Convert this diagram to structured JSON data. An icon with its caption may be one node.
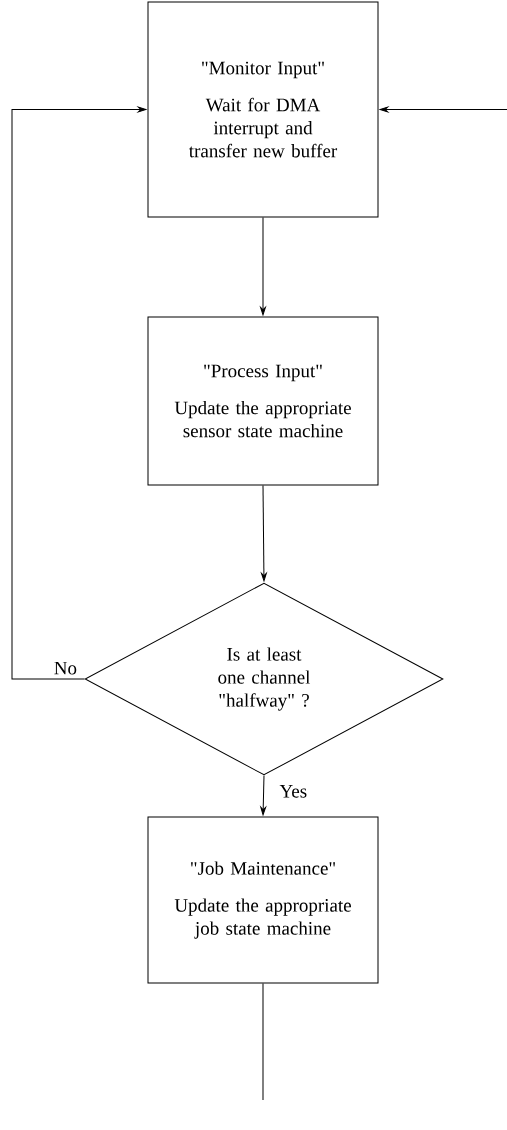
{
  "diagram": {
    "nodes": [
      {
        "text": [
          "\"Monitor Input\"",
          "Wait for DMA interrupt and transfer new buffer"
        ]
      },
      {
        "text": [
          "\"Process Input\"",
          "Update the appropriate sensor state machine"
        ]
      },
      {
        "text": [
          "Is at least one channel \"halfway\" ?"
        ]
      },
      {
        "text": [
          "\"Job Maintenance\"",
          "Update the appropriate job state machine"
        ]
      }
    ],
    "edges": [
      {
        "from": 0,
        "to": 1,
        "arrow": "to"
      },
      {
        "from": 1,
        "to": 2,
        "arrow": "to"
      },
      {
        "from": 2,
        "to": 3,
        "arrow": "to",
        "label": "Yes"
      },
      {
        "from": 2,
        "to": 0,
        "arrow": "to",
        "label": "No"
      },
      {
        "from": null,
        "to": 0,
        "arrow": "to"
      },
      {
        "from": 3,
        "to": null,
        "arrow": "none"
      }
    ]
  }
}
